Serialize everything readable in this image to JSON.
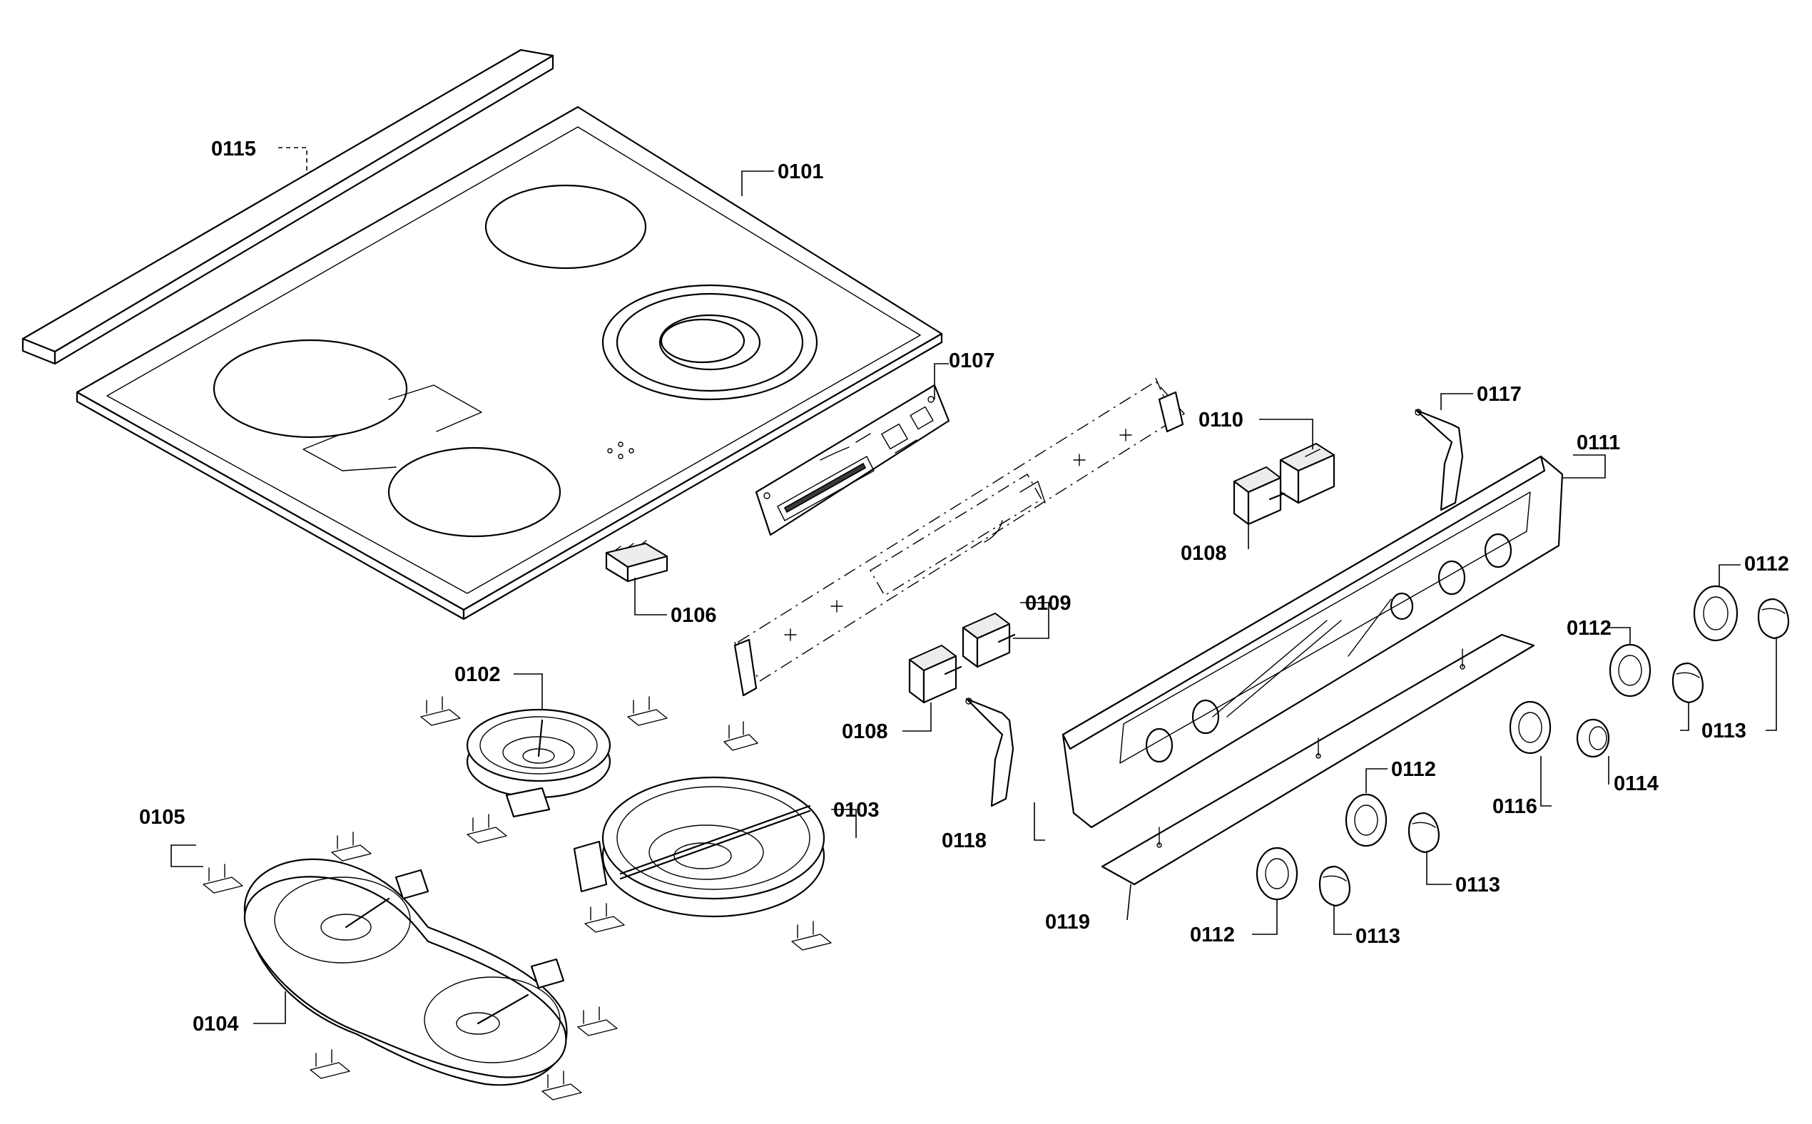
{
  "labels": {
    "p0101": "0101",
    "p0102": "0102",
    "p0103": "0103",
    "p0104": "0104",
    "p0105": "0105",
    "p0106": "0106",
    "p0107": "0107",
    "p0108a": "0108",
    "p0108b": "0108",
    "p0109": "0109",
    "p0110": "0110",
    "p0111": "0111",
    "p0112a": "0112",
    "p0112b": "0112",
    "p0112c": "0112",
    "p0112d": "0112",
    "p0113a": "0113",
    "p0113b": "0113",
    "p0113c": "0113",
    "p0114": "0114",
    "p0115": "0115",
    "p0116": "0116",
    "p0117": "0117",
    "p0118": "0118",
    "p0119": "0119"
  },
  "colors": {
    "ink": "#000000",
    "paper": "#ffffff"
  }
}
